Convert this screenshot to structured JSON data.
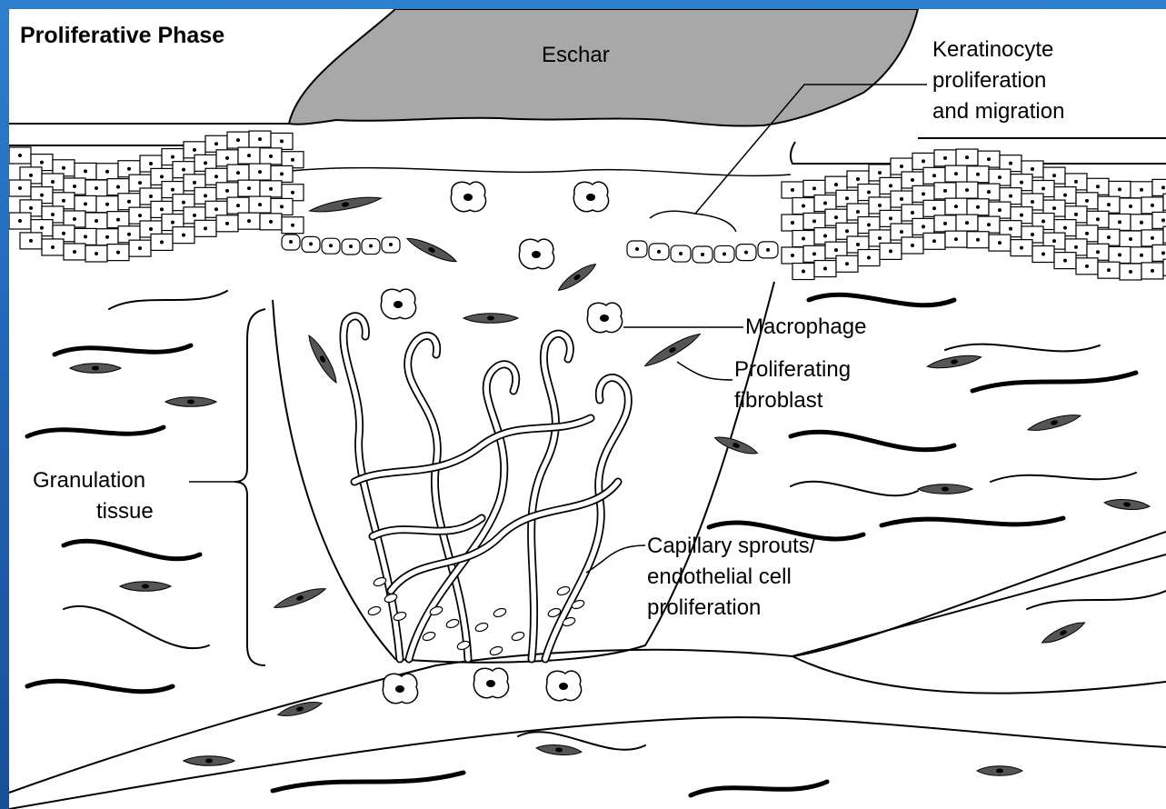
{
  "title": "Proliferative Phase",
  "labels": {
    "eschar": "Eschar",
    "keratinocyte": [
      "Keratinocyte",
      "proliferation",
      "and migration"
    ],
    "macrophage": "Macrophage",
    "fibroblast": [
      "Proliferating",
      "fibroblast"
    ],
    "granulation": [
      "Granulation",
      "tissue"
    ],
    "capillary": [
      "Capillary sprouts/",
      "endothelial cell",
      "proliferation"
    ]
  },
  "colors": {
    "background": "#1f63b3",
    "eschar_fill": "#a8a8a8",
    "fibroblast_fill": "#555555",
    "line": "#000000"
  }
}
